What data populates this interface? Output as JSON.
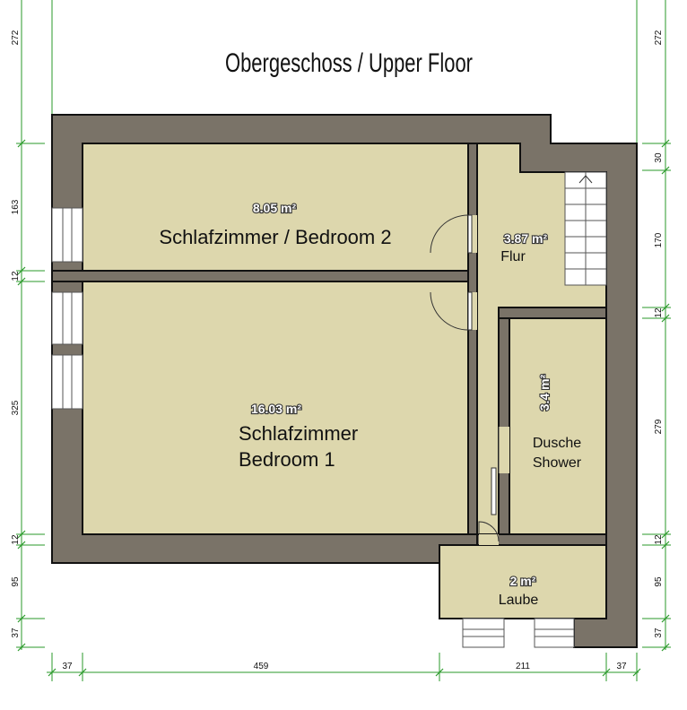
{
  "title": "Obergeschoss / Upper Floor",
  "rooms": {
    "bedroom2": {
      "name": "Schlafzimmer / Bedroom 2",
      "area": "8.05 m²"
    },
    "bedroom1": {
      "name_line1": "Schlafzimmer",
      "name_line2": "Bedroom 1",
      "area": "16.03 m²"
    },
    "flur": {
      "name": "Flur",
      "area": "3.87 m²"
    },
    "shower": {
      "name_line1": "Dusche",
      "name_line2": "Shower",
      "area": "3.4 m²"
    },
    "laube": {
      "name": "Laube",
      "area": "2 m²"
    }
  },
  "dimensions": {
    "left": [
      "272",
      "163",
      "12",
      "325",
      "12",
      "95",
      "37"
    ],
    "right": [
      "272",
      "30",
      "170",
      "12",
      "279",
      "12",
      "95",
      "37"
    ],
    "bottom": [
      "37",
      "459",
      "211",
      "37"
    ]
  },
  "colors": {
    "wall": "#7a7368",
    "floor": "#ddd7ad",
    "dimension_line": "#2a9a2a"
  }
}
